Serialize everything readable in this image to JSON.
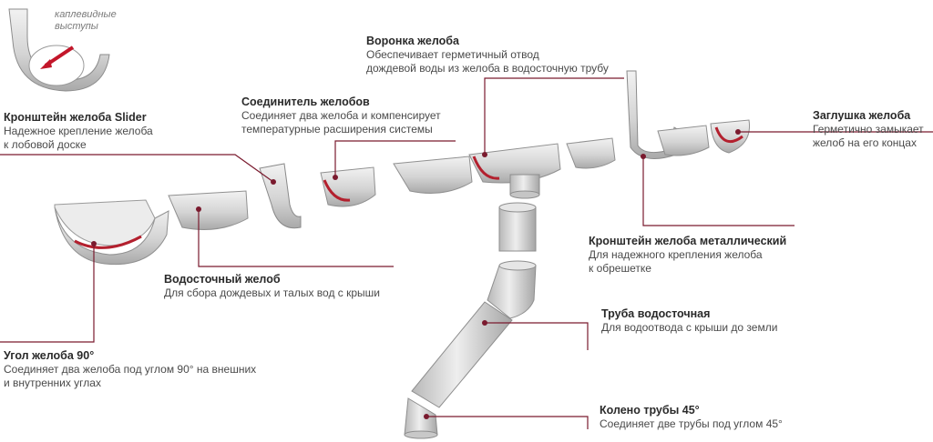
{
  "colors": {
    "leader": "#7a1a2e",
    "accent": "#b3202e",
    "metal": "#d9d9d9",
    "metal_dark": "#a8a8a8"
  },
  "inset": {
    "label": "каплевидные\nвыступы"
  },
  "labels": {
    "funnel": {
      "title": "Воронка желоба",
      "desc": "Обеспечивает герметичный отвод\nдождевой воды из желоба в водосточную трубу"
    },
    "connector": {
      "title": "Соединитель желобов",
      "desc": "Соединяет два желоба и компенсирует\nтемпературные расширения системы"
    },
    "slider": {
      "title": "Кронштейн желоба Slider",
      "desc": "Надежное крепление желоба\nк лобовой доске"
    },
    "cap": {
      "title": "Заглушка желоба",
      "desc": "Герметично замыкает\nжелоб на его концах"
    },
    "metal_bracket": {
      "title": "Кронштейн желоба металлический",
      "desc": "Для надежного крепления желоба\nк обрешетке"
    },
    "gutter": {
      "title": "Водосточный желоб",
      "desc": "Для сбора дождевых и талых вод с крыши"
    },
    "pipe": {
      "title": "Труба водосточная",
      "desc": "Для водоотвода с крыши до земли"
    },
    "corner": {
      "title": "Угол желоба 90°",
      "desc": "Соединяет два желоба под углом 90° на внешних\nи внутренних углах"
    },
    "elbow": {
      "title": "Колено трубы 45°",
      "desc": "Соединяет две трубы под углом 45°"
    }
  }
}
